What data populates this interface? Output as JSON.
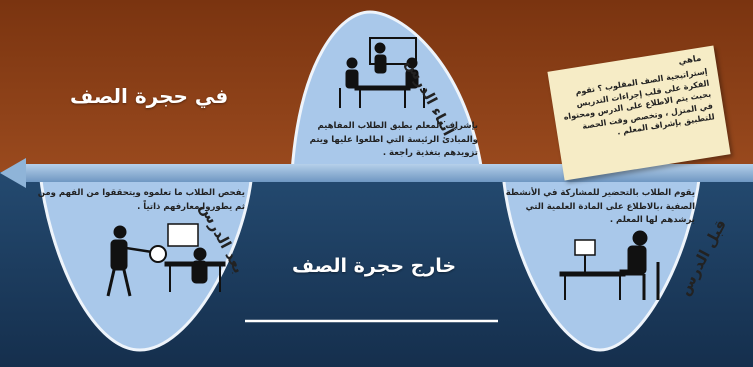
{
  "regions": {
    "in_class": "في حجرة الصف",
    "out_class": "خارج حجرة الصف"
  },
  "phases": {
    "during": {
      "title": "أثناء الدرس",
      "text": "بإشراف المعلم يطبق الطلاب المفاهيم والمبادئ الرئيسة التي اطلعوا عليها ويتم تزويدهم بتغذية راجعة ."
    },
    "before": {
      "title": "قبل الدرس",
      "text": "يقوم الطلاب بالتحضير للمشاركة في الأنشطة الصفية ،بالاطلاع على المادة العلمية التي يرشدهم لها المعلم ."
    },
    "after": {
      "title": "بعد الدرس",
      "text": "يفحص الطلاب ما تعلموه ويتحققوا من الفهم ومن ثم يطوروا معارفهم ذاتياً ."
    }
  },
  "note": {
    "title": "ماهي",
    "body": "إستراتيجية الصف المقلوب ؟ تقوم الفكرة على قلب إجراءات التدريس بحيث يتم الاطلاع على الدرس ومحتواه في المنزل ، وتخصص وقت الحصة للتطبيق بإشراف المعلم ."
  },
  "colors": {
    "top_band": "#8e3f17",
    "bottom_band": "#1c3a5c",
    "lens": "#a9c8ea",
    "arrow": "#8fb4d8"
  },
  "icons": [
    "group-discussion-icon",
    "student-computer-icon",
    "student-globe-icon"
  ]
}
